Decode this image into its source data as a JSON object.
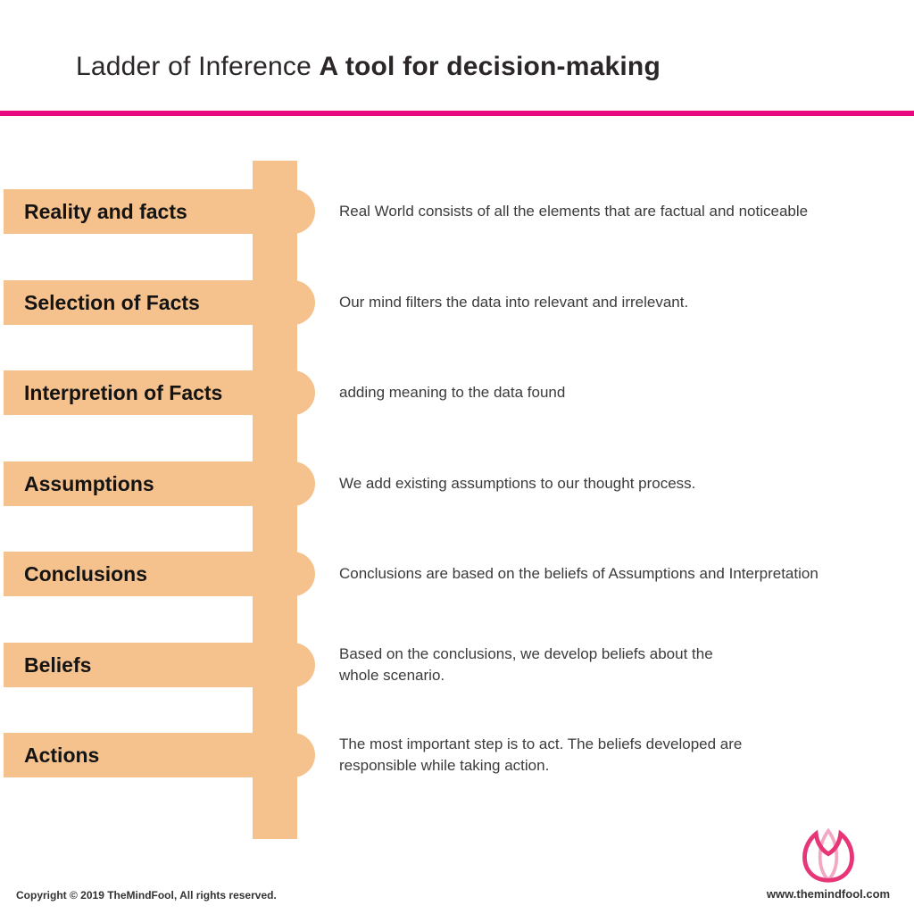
{
  "header": {
    "title_light": "Ladder of Inference ",
    "title_bold": "A tool for decision-making"
  },
  "ladder": {
    "rungs": [
      {
        "label": "Reality and facts",
        "description": "Real World consists of all the elements that are factual and noticeable"
      },
      {
        "label": "Selection of Facts",
        "description": "Our mind filters the data into relevant and irrelevant."
      },
      {
        "label": "Interpretion of Facts",
        "description": "adding meaning to the data found"
      },
      {
        "label": "Assumptions",
        "description": "We add existing assumptions to our thought process."
      },
      {
        "label": "Conclusions",
        "description": "Conclusions are based on the beliefs of Assumptions and Interpretation"
      },
      {
        "label": "Beliefs",
        "description": "Based on the conclusions, we develop beliefs about the\nwhole scenario."
      },
      {
        "label": "Actions",
        "description": "The most important step is to act. The beliefs developed are\nresponsible while taking action."
      }
    ]
  },
  "footer": {
    "copyright": "Copyright © 2019 TheMindFool, All rights reserved.",
    "website": "www.themindfool.com",
    "logo": "tulip-logo"
  },
  "colors": {
    "ladder_peach": "#f5c18c",
    "divider_magenta": "#e60a7e",
    "tulip_outer_pink": "#e73677",
    "tulip_inner_pink": "#f2a8c4",
    "label_black": "#141414",
    "body_gray": "#3b3b3b"
  }
}
